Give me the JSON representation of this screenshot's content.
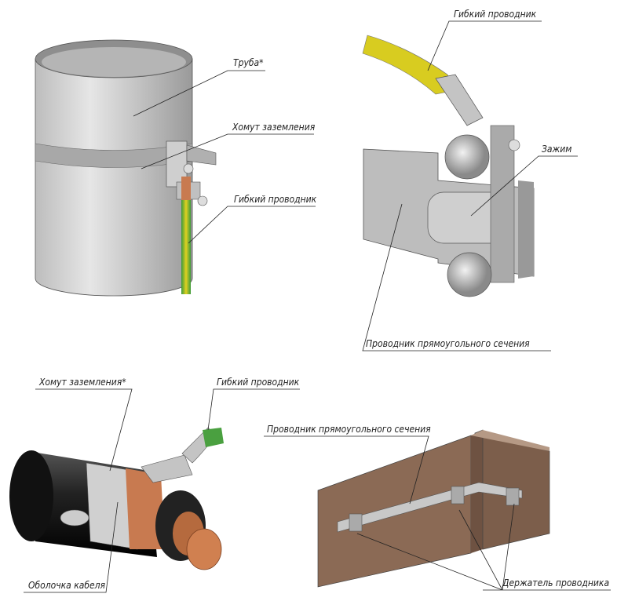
{
  "labels": {
    "pipe": "Труба*",
    "pipe_clamp": "Хомут заземления",
    "pipe_flex": "Гибкий проводник",
    "bar_flex": "Гибкий проводник",
    "bar_clamp": "Зажим",
    "bar_rect": "Проводник прямоугольного сечения",
    "cable_clamp": "Хомут заземления*",
    "cable_flex": "Гибкий проводник",
    "cable_sheath": "Оболочка кабеля",
    "wall_rect": "Проводник прямоугольного сечения",
    "wall_holder": "Держатель проводника"
  },
  "colors": {
    "metal": "#c8c8c8",
    "wire_yellow": "#e0d020",
    "wire_green": "#3a9a3a",
    "copper": "#c87a50",
    "wall": "#8b6a55",
    "cable": "#1a1a1a"
  }
}
